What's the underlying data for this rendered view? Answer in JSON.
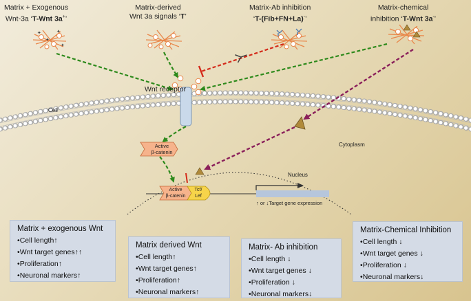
{
  "conditions": {
    "exo": {
      "title": "Matrix + Exogenous",
      "line2_prefix": "Wnt-3a ‘",
      "code": "T-Wnt 3a",
      "sup": "+",
      "end": "’"
    },
    "derived": {
      "title": "Matrix-derived",
      "line2_prefix": "Wnt 3a  signals ‘",
      "code": "T",
      "end": "’"
    },
    "ab": {
      "title": "Matrix-Ab inhibition",
      "line2_prefix": "‘",
      "code": "T-(Fib+FN+La)",
      "sup": "-",
      "end": "’"
    },
    "chem": {
      "title": "Matrix-chemical",
      "line2_prefix": "inhibition ‘",
      "code": "T-Wnt 3a",
      "sup": "-",
      "end": "’"
    }
  },
  "labels": {
    "wnt_receptor": "Wnt receptor",
    "cell": "Cell",
    "cytoplasm": "Cytoplasm",
    "nucleus": "Nucleus",
    "active_bc_1": "Active",
    "active_bc_2": "β-catenin",
    "tcf_lef_1": "Tcf/",
    "tcf_lef_2": "Lef",
    "target_gene": "↑ or ↓Target gene expression"
  },
  "boxes": [
    {
      "title": "Matrix + exogenous Wnt",
      "items": [
        "Cell length↑",
        "Wnt target genes↑↑",
        "Proliferation↑",
        "Neuronal markers↑"
      ]
    },
    {
      "title": "Matrix derived Wnt",
      "items": [
        "Cell length↑",
        "Wnt target genes↑",
        "Proliferation↑",
        "Neuronal markers↑"
      ]
    },
    {
      "title": "Matrix- Ab inhibition",
      "items": [
        "Cell length ↓",
        "Wnt target genes ↓",
        "Proliferation ↓",
        "Neuronal  markers↓"
      ]
    },
    {
      "title": "Matrix-Chemical Inhibition",
      "items": [
        "Cell length ↓",
        "Wnt target genes ↓",
        "Proliferation ↓",
        "Neuronal markers↓"
      ]
    }
  ],
  "colors": {
    "green_arrow": "#2e8a1c",
    "red_arrow": "#d42a1a",
    "purple_arrow": "#8a1f5a",
    "matrix": "#e9874a",
    "receptor": "#c9d9ea",
    "beta_catenin": "#f6b38c",
    "tcf": "#f7d44a",
    "gene": "#b6c6dc",
    "box_bg": "#d4dbe6"
  }
}
